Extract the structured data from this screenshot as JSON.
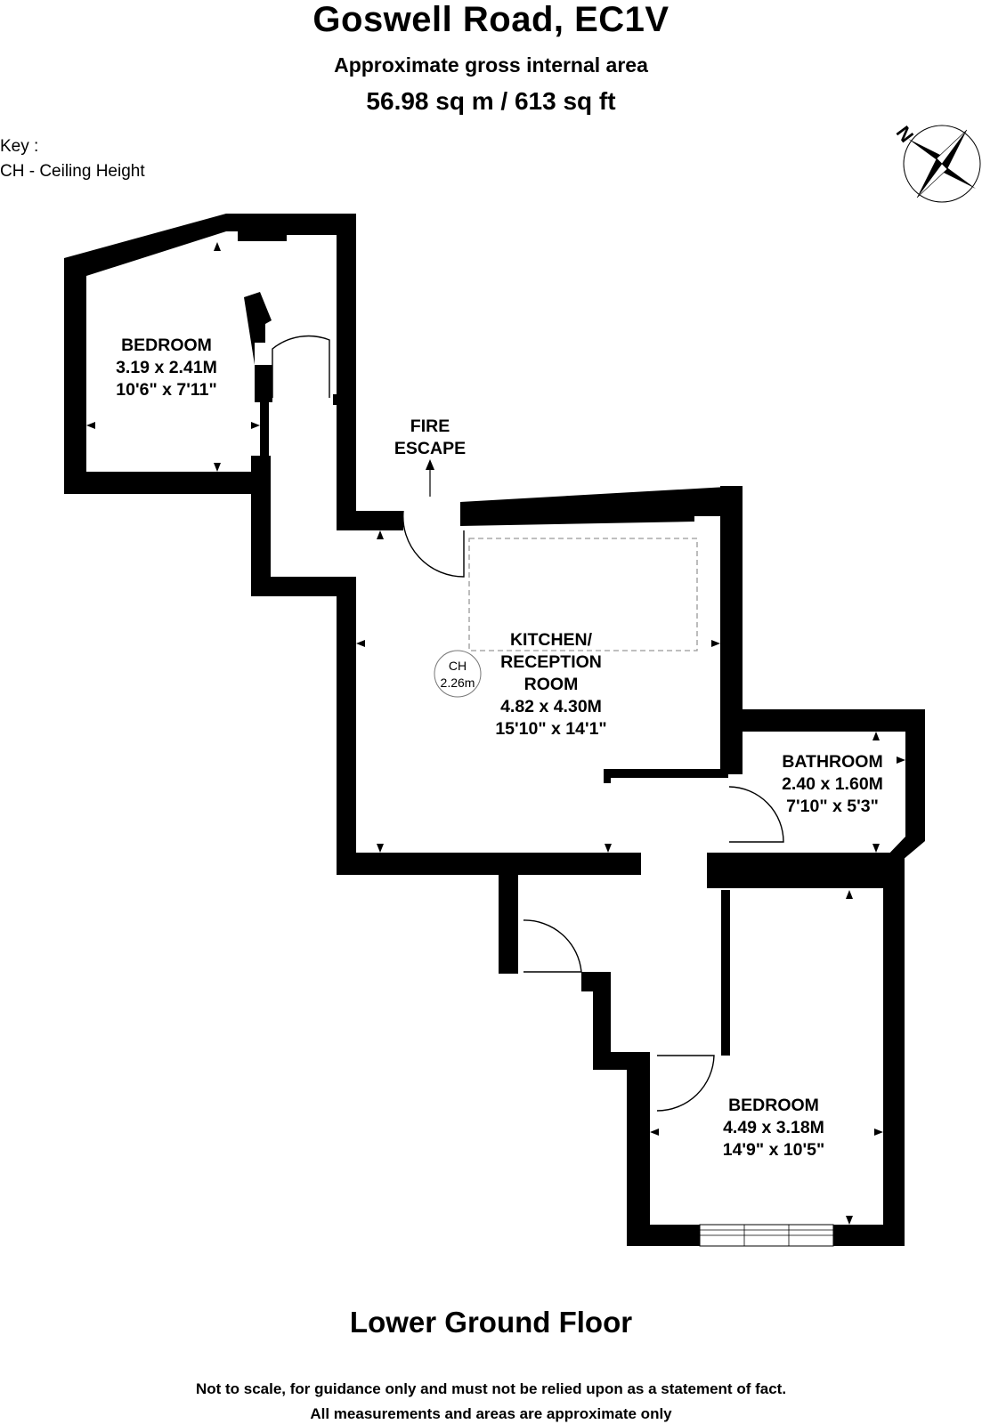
{
  "header": {
    "title": "Goswell Road, EC1V",
    "subtitle": "Approximate gross internal area",
    "area": "56.98 sq m / 613 sq ft"
  },
  "key": {
    "heading": "Key :",
    "entry": "CH - Ceiling Height"
  },
  "compass": {
    "north_letter": "N"
  },
  "rooms": {
    "bedroom1": {
      "name": "BEDROOM",
      "metric": "3.19 x 2.41M",
      "imperial": "10'6\" x 7'11\""
    },
    "fire_escape": {
      "line1": "FIRE",
      "line2": "ESCAPE"
    },
    "kitchen": {
      "line1": "KITCHEN/",
      "line2": "RECEPTION",
      "line3": "ROOM",
      "metric": "4.82 x 4.30M",
      "imperial": "15'10\" x 14'1\""
    },
    "ceiling": {
      "label": "CH",
      "value": "2.26m"
    },
    "bathroom": {
      "name": "BATHROOM",
      "metric": "2.40 x 1.60M",
      "imperial": "7'10\" x 5'3\""
    },
    "bedroom2": {
      "name": "BEDROOM",
      "metric": "4.49 x 3.18M",
      "imperial": "14'9\" x 10'5\""
    }
  },
  "footer": {
    "floor": "Lower Ground Floor",
    "disclaimer1": "Not to scale, for guidance only and must not be relied upon as a statement of fact.",
    "disclaimer2": "All measurements and areas are approximate only"
  }
}
